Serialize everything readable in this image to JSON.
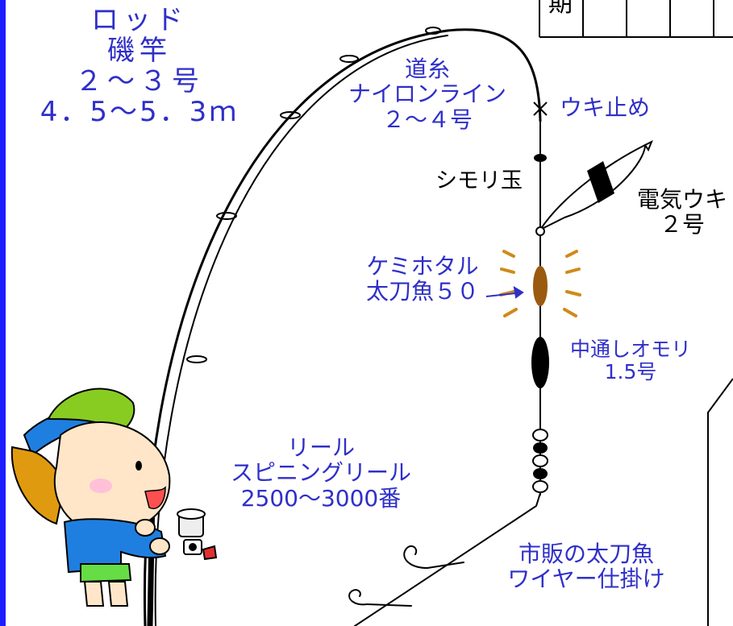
{
  "labels": {
    "rod": {
      "title": "ロッド",
      "type": "磯竿",
      "size": "２～３号",
      "length": "4．5～5．3ｍ"
    },
    "line": {
      "title": "道糸",
      "type": "ナイロンライン",
      "size": "２～４号"
    },
    "stopper": "ウキ止め",
    "sinker_bead": "シモリ玉",
    "float": {
      "name": "電気ウキ",
      "size": "２号"
    },
    "light": {
      "name": "ケミホタル",
      "size": "太刀魚５０"
    },
    "weight": {
      "name": "中通しオモリ",
      "size": "1.5号"
    },
    "reel": {
      "title": "リール",
      "type": "スピニングリール",
      "size": "2500～3000番"
    },
    "rig": {
      "line1": "市販の太刀魚",
      "line2": "ワイヤー仕掛け"
    },
    "corner_glyph": "期"
  },
  "colors": {
    "text_blue": "#2f2fc9",
    "border_blue": "#1d1dff",
    "cap_green": "#88cc22",
    "cap_blue": "#1f7fe0",
    "hair_orange": "#e09a10",
    "skin": "#ffe6c8",
    "chemlight": "#9a5a10",
    "shorts": "#66dd44"
  }
}
